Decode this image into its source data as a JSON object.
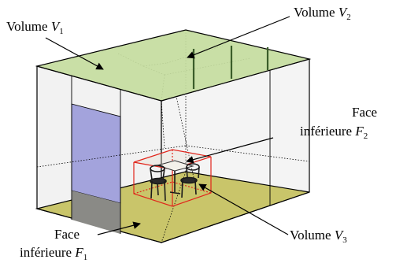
{
  "colors": {
    "ceiling": "#c4dc9e",
    "floor": "#c9c56a",
    "wall": "#f2f2f2",
    "door": "#a3a3dc",
    "door_shadow": "#8a8a86",
    "box": "#e1251b",
    "edge": "#000000",
    "strut": "#3b5d2a"
  },
  "labels": {
    "v1": {
      "prefix": "Volume ",
      "var": "V",
      "sub": "1"
    },
    "v2": {
      "prefix": "Volume ",
      "var": "V",
      "sub": "2"
    },
    "v3": {
      "prefix": "Volume ",
      "var": "V",
      "sub": "3"
    },
    "f2": {
      "line1": "Face",
      "prefix": "inférieure ",
      "var": "F",
      "sub": "2"
    },
    "f1": {
      "line1": "Face",
      "prefix": "inférieure ",
      "var": "F",
      "sub": "1"
    }
  }
}
